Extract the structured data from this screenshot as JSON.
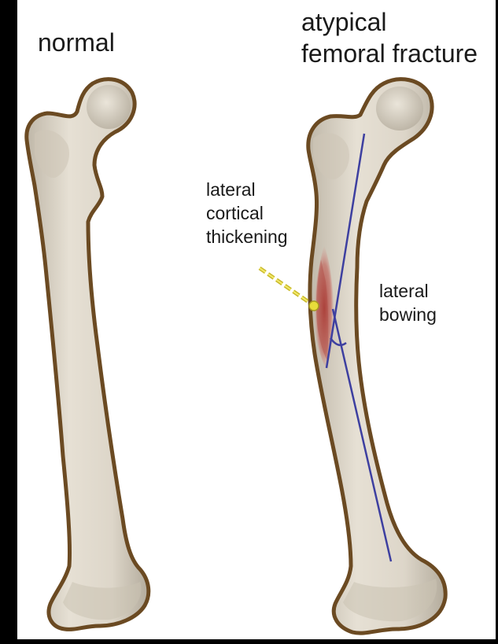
{
  "labels": {
    "normal": "normal",
    "affected_line1": "atypical",
    "affected_line2": "femoral fracture",
    "thickening_line1": "lateral",
    "thickening_line2": "cortical",
    "thickening_line3": "thickening",
    "bowing_line1": "lateral",
    "bowing_line2": "bowing"
  },
  "colors": {
    "background": "#000000",
    "panel": "#ffffff",
    "bone_fill": "#d9d2c4",
    "bone_outline": "#6b4a22",
    "axis_line": "#3d3fa0",
    "thickening": "#b8403a",
    "pointer": "#e8dc3a"
  }
}
